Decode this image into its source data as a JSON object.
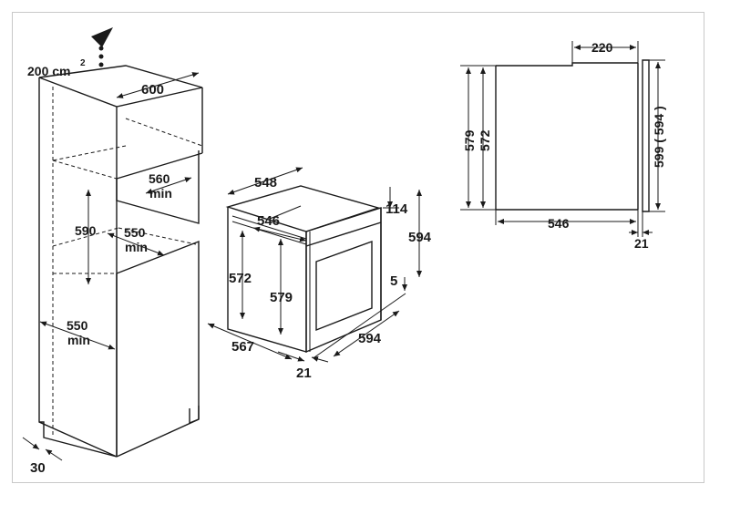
{
  "labels": {
    "vent_area": "200 cm",
    "vent_sup": "2",
    "cab_width": "600",
    "cab_depth_min": "560",
    "cab_depth_min_unit": "min",
    "niche_height": "590",
    "niche_width_min": "550",
    "niche_width_min_unit": "min",
    "base_height_min": "550",
    "base_height_min_unit": "min",
    "plinth_gap": "30",
    "oven_top_depth": "548",
    "oven_inner_width": "546",
    "oven_top_panel": "114",
    "oven_height": "594",
    "oven_inner_h1": "572",
    "oven_inner_h2": "579",
    "oven_bottom_gap": "5",
    "oven_depth": "567",
    "oven_front_width": "594",
    "oven_front_thick": "21",
    "side_top": "220",
    "side_h1": "579",
    "side_h2": "572",
    "side_right": "599 ( 594 )",
    "side_bottom": "546",
    "side_thick": "21"
  },
  "colors": {
    "line": "#1a1a1a",
    "frame": "#c8c8c8",
    "background": "#ffffff"
  }
}
